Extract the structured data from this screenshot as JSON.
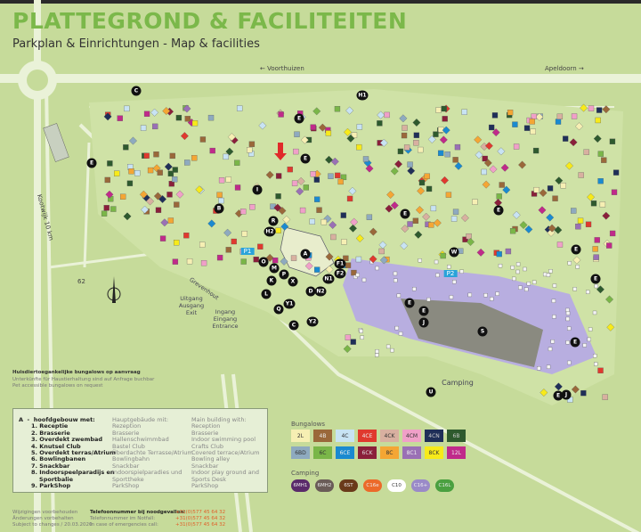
{
  "header": {
    "title": "PLATTEGROND & FACILITEITEN",
    "subtitle": "Parkplan & Einrichtungen  - Map & facilities"
  },
  "directions": {
    "left": "Voorthuizen",
    "right": "Apeldoorn",
    "road": "Kootwijk 10 km",
    "bike_route": "62"
  },
  "map_labels": {
    "street": "Grevenhout",
    "exit": "Uitgang\nAusgang\nExit",
    "entrance": "Ingang\nEingang\nEntrance",
    "camping": "Camping",
    "parking": [
      "P1",
      "P2"
    ]
  },
  "markers": [
    "C",
    "H1",
    "E",
    "E",
    "E",
    "I",
    "B",
    "R",
    "H2",
    "A",
    "O",
    "M",
    "K",
    "P",
    "X",
    "L",
    "Q",
    "Y1",
    "C",
    "D",
    "N2",
    "N1",
    "F1",
    "F2",
    "W",
    "E",
    "E",
    "E",
    "J",
    "S",
    "E",
    "E",
    "E",
    "E",
    "J",
    "U",
    "E",
    "Y2"
  ],
  "pets": {
    "nl": "Huisdiertoegankelijke bungalows op aanvraag",
    "de": "Unterkünfte für Haustierhaltung sind auf Anfrage buchbar",
    "en": "Pet accessible bungalows on request"
  },
  "main_building": {
    "nl": [
      "A  -  hoofdgebouw met:",
      "1. Receptie",
      "2. Brasserie",
      "3. Overdekt zwembad",
      "4. Knutsel Club",
      "5. Overdekt terras/Atrium",
      "6. Bowlingbanen",
      "7. Snackbar",
      "8. Indoorspeelparadijs en",
      "    Sportbalie",
      "9. ParkShop"
    ],
    "de": [
      "Hauptgebäude mit:",
      "Rezeption",
      "Brasserie",
      "Hallenschwimmbad",
      "Bastel Club",
      "Überdachte Terrasse/Atrium",
      "Bowlingbahn",
      "Snackbar",
      "Indoorspielparadies und",
      "Sporttheke",
      "ParkShop"
    ],
    "en": [
      "Main building with:",
      "Reception",
      "Brasserie",
      "Indoor swimming pool",
      "Crafts Club",
      "Covered terrace/Atrium",
      "Bowling alley",
      "Snackbar",
      "Indoor play ground and",
      "Sports Desk",
      "ParkShop"
    ]
  },
  "footer": {
    "disclaimer": [
      "Wijzigingen voorbehouden",
      "Änderungen vorbehalten",
      "Subject to changes / 20.03.2020"
    ],
    "emergency": [
      "Telefoonnummer bij noodgevallen:",
      "Telefonnummer im Notfall:",
      "In case of emergencies call:"
    ],
    "phones": [
      "+31(0)577 45 64 32",
      "+31(0)577 45 64 32",
      "+31(0)577 45 64 32"
    ]
  },
  "bungalows": {
    "title": "Bungalows",
    "types": [
      {
        "code": "2L",
        "color": "#f6efb3",
        "text": "#333"
      },
      {
        "code": "4B",
        "color": "#9a683a",
        "text": "#eee"
      },
      {
        "code": "4C",
        "color": "#c8e3f3",
        "text": "#333"
      },
      {
        "code": "4CE",
        "color": "#e0392e",
        "text": "#eee"
      },
      {
        "code": "4CK",
        "color": "#d8b0a0",
        "text": "#333"
      },
      {
        "code": "4CM",
        "color": "#f0a0c8",
        "text": "#333"
      },
      {
        "code": "4CN",
        "color": "#1f2f58",
        "text": "#ccc"
      },
      {
        "code": "6B",
        "color": "#2e5a2e",
        "text": "#ccc"
      },
      {
        "code": "6BD",
        "color": "#8eaabf",
        "text": "#333"
      },
      {
        "code": "6C",
        "color": "#7ab648",
        "text": "#333"
      },
      {
        "code": "6CE",
        "color": "#1a8ad0",
        "text": "#eee"
      },
      {
        "code": "6CK",
        "color": "#8a1f3a",
        "text": "#ddd"
      },
      {
        "code": "8C",
        "color": "#f4a634",
        "text": "#333"
      },
      {
        "code": "8C1",
        "color": "#9a70b5",
        "text": "#eee"
      },
      {
        "code": "8CK",
        "color": "#f7ea1a",
        "text": "#333"
      },
      {
        "code": "12L",
        "color": "#c02a8a",
        "text": "#eee"
      }
    ]
  },
  "camping": {
    "title": "Camping",
    "types": [
      {
        "code": "6MH1",
        "color": "#5a2a6a",
        "text": "#eee"
      },
      {
        "code": "6MH2",
        "color": "#6a5c58",
        "text": "#eee"
      },
      {
        "code": "6ST",
        "color": "#6a3a1a",
        "text": "#eee"
      },
      {
        "code": "C16e",
        "color": "#ec6a2a",
        "text": "#eee"
      },
      {
        "code": "C10",
        "color": "#ffffff",
        "text": "#333"
      },
      {
        "code": "C16+",
        "color": "#9a8ac8",
        "text": "#eee"
      },
      {
        "code": "C16L",
        "color": "#4aa040",
        "text": "#eee"
      }
    ]
  }
}
